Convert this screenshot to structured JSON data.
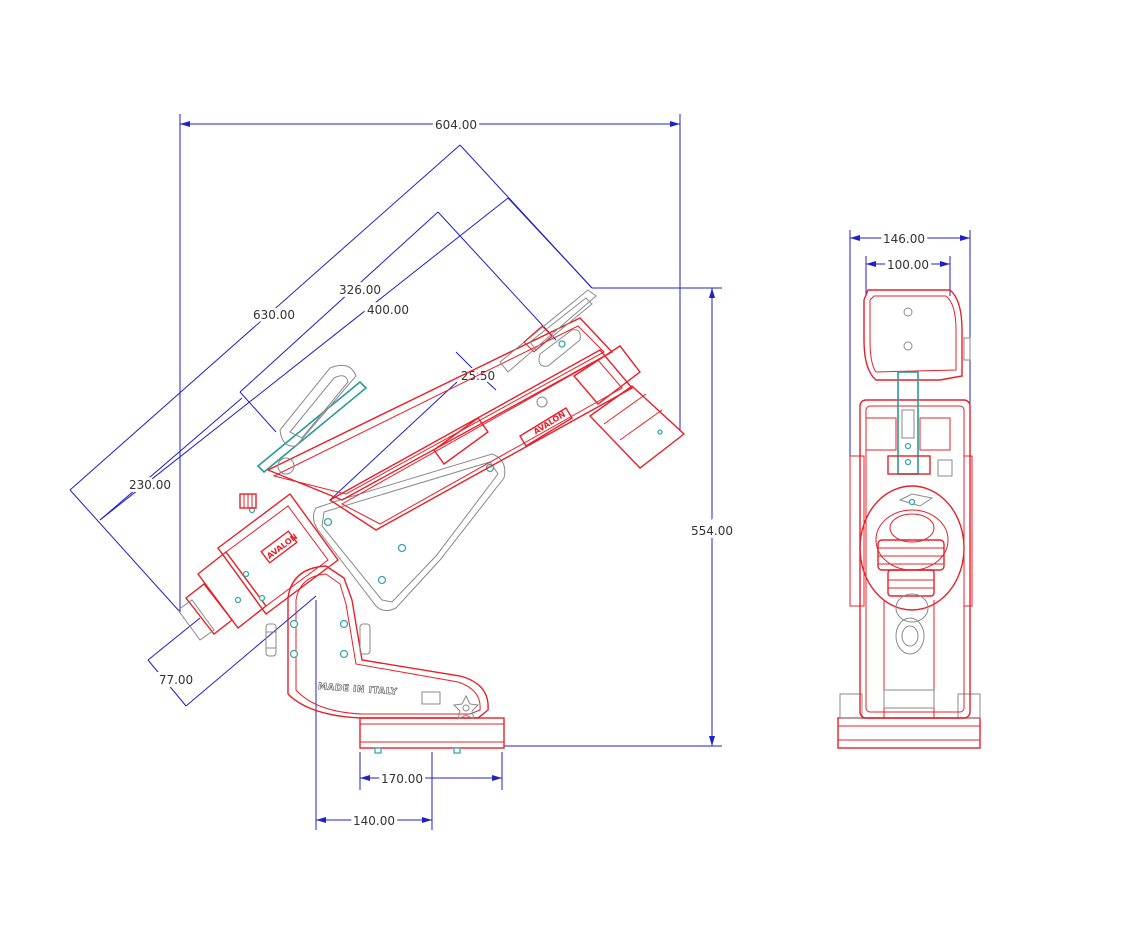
{
  "colors": {
    "dimension_line": "#2020c8",
    "part_outline": "#e8202a",
    "detail_gray": "#8a8a8a",
    "screw_teal": "#3aa7a7",
    "text": "#333333"
  },
  "side_view": {
    "dimensions": {
      "width_total": "604.00",
      "length_630": "630.00",
      "length_326": "326.00",
      "length_400": "400.00",
      "offset_2550": "25.50",
      "length_230": "230.00",
      "offset_77": "77.00",
      "height_554": "554.00",
      "base_170": "170.00",
      "base_140": "140.00"
    },
    "logo_text": "AVALON",
    "engraving": "MADE IN ITALY"
  },
  "front_view": {
    "dimensions": {
      "width_146": "146.00",
      "width_100": "100.00"
    }
  }
}
